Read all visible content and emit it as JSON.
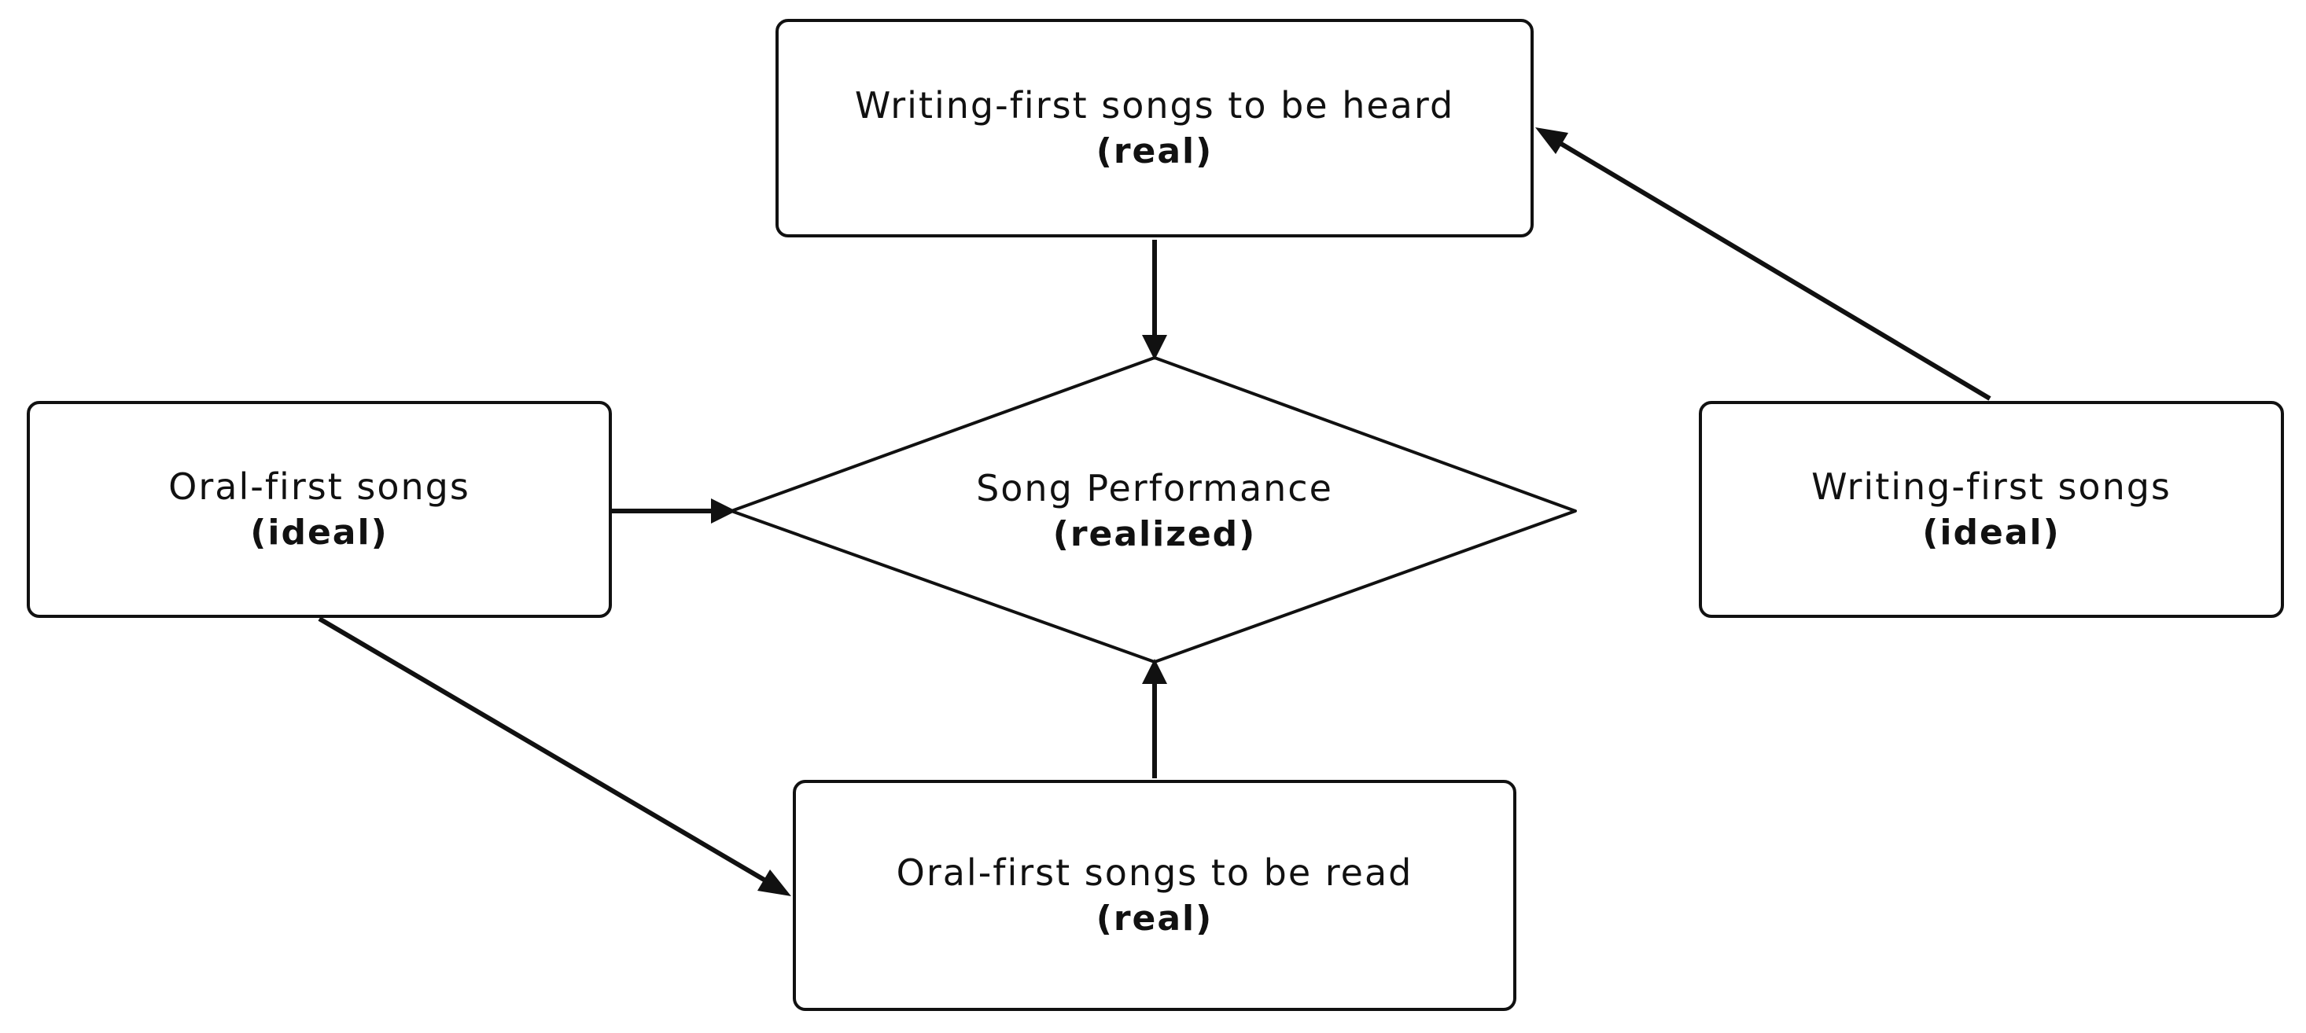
{
  "nodes": {
    "writing_heard": {
      "title": "Writing-first songs to be heard",
      "status": "(real)"
    },
    "oral_ideal": {
      "title": "Oral-first songs",
      "status": "(ideal)"
    },
    "performance": {
      "title": "Song Performance",
      "status": "(realized)"
    },
    "writing_ideal": {
      "title": "Writing-first songs",
      "status": "(ideal)"
    },
    "oral_read": {
      "title": "Oral-first songs to be read",
      "status": "(real)"
    }
  },
  "style": {
    "stroke_color": "#111111",
    "fill_color": "#ffffff",
    "background": "#ffffff"
  }
}
